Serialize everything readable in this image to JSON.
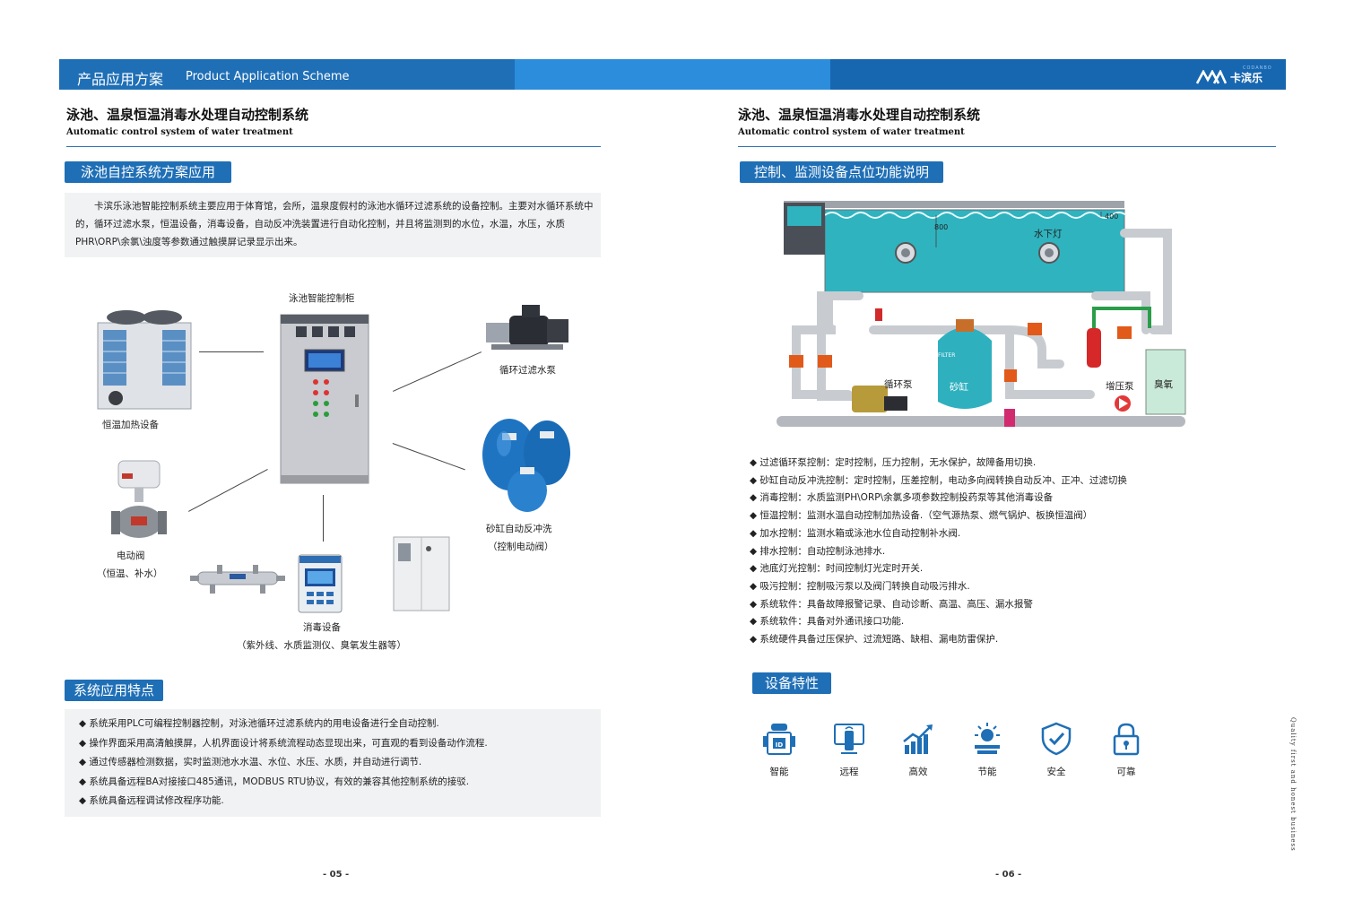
{
  "header": {
    "title": "产品应用方案",
    "subtitle": "Product Application Scheme",
    "logo_text": "卡滨乐",
    "logo_small": "CODANBO",
    "colors": {
      "band_dark": "#1f6fb6",
      "band_light": "#2b8ddc",
      "accent": "#1f6fb6"
    }
  },
  "left": {
    "title": "泳池、温泉恒温消毒水处理自动控制系统",
    "subtitle": "Automatic control system of water treatment",
    "section1": "泳池自控系统方案应用",
    "intro": "卡滨乐泳池智能控制系统主要应用于体育馆，会所，温泉度假村的泳池水循环过滤系统的设备控制。主要对水循环系统中的，循环过滤水泵，恒温设备，消毒设备，自动反冲洗装置进行自动化控制，并且将监测到的水位，水温，水压，水质PHR\\ORP\\余氯\\浊度等参数通过触摸屏记录显示出来。",
    "diagram": {
      "cabinet": "泳池智能控制柜",
      "heater": "恒温加热设备",
      "pump": "循环过滤水泵",
      "valve_1": "电动阀",
      "valve_2": "（恒温、补水）",
      "sand_1": "砂缸自动反冲洗",
      "sand_2": "（控制电动阀）",
      "disinfect_1": "消毒设备",
      "disinfect_2": "（紫外线、水质监测仪、臭氧发生器等）"
    },
    "section2": "系统应用特点",
    "features": [
      "◆ 系统采用PLC可编程控制器控制，对泳池循环过滤系统内的用电设备进行全自动控制.",
      "◆ 操作界面采用高清触摸屏，人机界面设计将系统流程动态显现出来，可直观的看到设备动作流程.",
      "◆ 通过传感器检测数据，实时监测池水水温、水位、水压、水质，并自动进行调节.",
      "◆ 系统具备远程BA对接接口485通讯，MODBUS RTU协议，有效的兼容其他控制系统的接驳.",
      "◆ 系统具备远程调试修改程序功能."
    ],
    "page": "- 05 -"
  },
  "right": {
    "title": "泳池、温泉恒温消毒水处理自动控制系统",
    "subtitle": "Automatic control system of water treatment",
    "section1": "控制、监测设备点位功能说明",
    "diagram": {
      "light": "水下灯",
      "pump": "循环泵",
      "sand": "砂缸",
      "booster": "增压泵",
      "ozone": "臭氧",
      "filter": "FILTER",
      "dim_800": "800",
      "dim_400": "400"
    },
    "points": [
      "◆ 过滤循环泵控制：定时控制，压力控制，无水保护，故障备用切换.",
      "◆ 砂缸自动反冲洗控制：定时控制，压差控制，电动多向阀转换自动反冲、正冲、过滤切换",
      "◆ 消毒控制：水质监测PH\\ORP\\余氯多项参数控制投药泵等其他消毒设备",
      "◆ 恒温控制：监测水温自动控制加热设备.（空气源热泵、燃气锅炉、板换恒温阀）",
      "◆ 加水控制：监测水箱或泳池水位自动控制补水阀.",
      "◆ 排水控制：自动控制泳池排水.",
      "◆ 池底灯光控制：时间控制灯光定时开关.",
      "◆ 吸污控制：控制吸污泵以及阀门转换自动吸污排水.",
      "◆ 系统软件：具备故障报警记录、自动诊断、高温、高压、漏水报警",
      "◆ 系统软件：具备对外通讯接口功能.",
      "◆ 系统硬件具备过压保护、过流短路、缺相、漏电防雷保护."
    ],
    "section2": "设备特性",
    "icons": [
      {
        "label": "智能",
        "icon": "robot-id-icon"
      },
      {
        "label": "远程",
        "icon": "remote-monitor-icon"
      },
      {
        "label": "高效",
        "icon": "growth-chart-icon"
      },
      {
        "label": "节能",
        "icon": "sun-energy-icon"
      },
      {
        "label": "安全",
        "icon": "shield-check-icon"
      },
      {
        "label": "可靠",
        "icon": "lock-icon"
      }
    ],
    "vertical": "Quality first and honest business",
    "page": "- 06 -"
  }
}
